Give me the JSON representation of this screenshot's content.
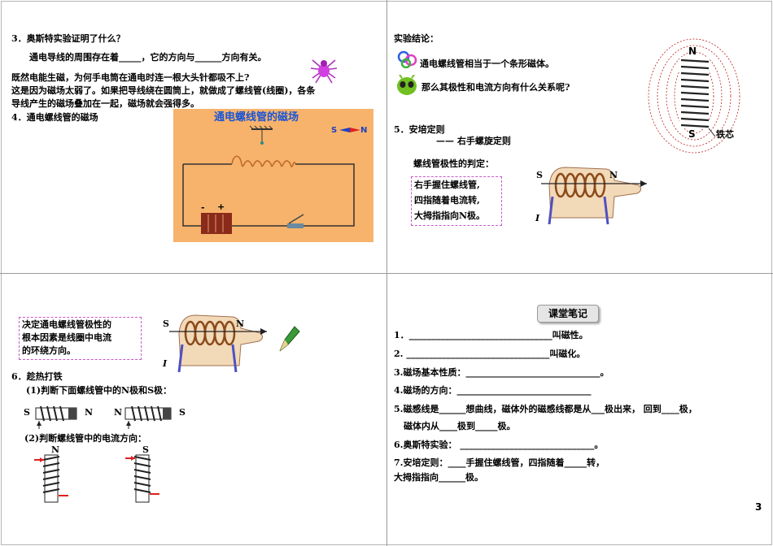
{
  "q1": {
    "title": "3．奥斯特实验证明了什么？",
    "line1": "通电导线的周围存在着_____，它的方向与______方向有关。",
    "line2": "既然电能生磁，为何手电筒在通电时连一根大头针都吸不上?",
    "line3": "这是因为磁场太弱了。如果把导线绕在圆筒上，就做成了螺线管(线圈)，各条",
    "line4": "导线产生的磁场叠加在一起，磁场就会强得多。",
    "section4": "4．通电螺线管的磁场",
    "fig_title": "通电螺线管的磁场",
    "fig_s": "S",
    "fig_n": "N",
    "fig_minus": "-",
    "fig_plus": "+"
  },
  "q2": {
    "conclusion_label": "实验结论：",
    "conclusion1": "通电螺线管相当于一个条形磁体。",
    "conclusion2": "那么其极性和电流方向有什么关系呢?",
    "section5": "5．安培定则",
    "rule": "—— 右手螺旋定则",
    "polarity_label": "螺线管极性的判定：",
    "box_lines": [
      "右手握住螺线管,",
      "四指随着电流转,",
      "大拇指指向N极。"
    ],
    "coil_n": "N",
    "coil_s": "S",
    "iron_core": "铁芯",
    "hand_s": "S",
    "hand_n": "N",
    "hand_i": "I"
  },
  "q3": {
    "box_lines": [
      "决定通电螺线管极性的",
      "根本因素是线圈中电流",
      "的环绕方向。"
    ],
    "hand_s": "S",
    "hand_n": "N",
    "hand_i": "I",
    "section6": "6．趁热打铁",
    "sub1": "(1)判断下面螺线管中的N极和S极：",
    "c1_left": "S",
    "c1_right": "N",
    "c2_left": "N",
    "c2_right": "S",
    "sub2": "(2)判断螺线管中的电流方向：",
    "v1_top": "N",
    "v2_top": "S"
  },
  "q4": {
    "notes_title": "课堂笔记",
    "lines": [
      "1．________________________________叫磁性。",
      "2. ________________________________叫磁化。",
      "3.磁场基本性质：______________________________。",
      "4.磁场的方向：______________________________",
      "5.磁感线是______想曲线，磁体外的磁感线都是从___极出来， 回到____极，",
      "磁体内从____极到_____极。",
      "6.奥斯特实验：  ______________________________。",
      "7.安培定则：____手握住螺线管，四指随着_____转，",
      "大拇指指向______极。"
    ],
    "page_number": "3"
  }
}
